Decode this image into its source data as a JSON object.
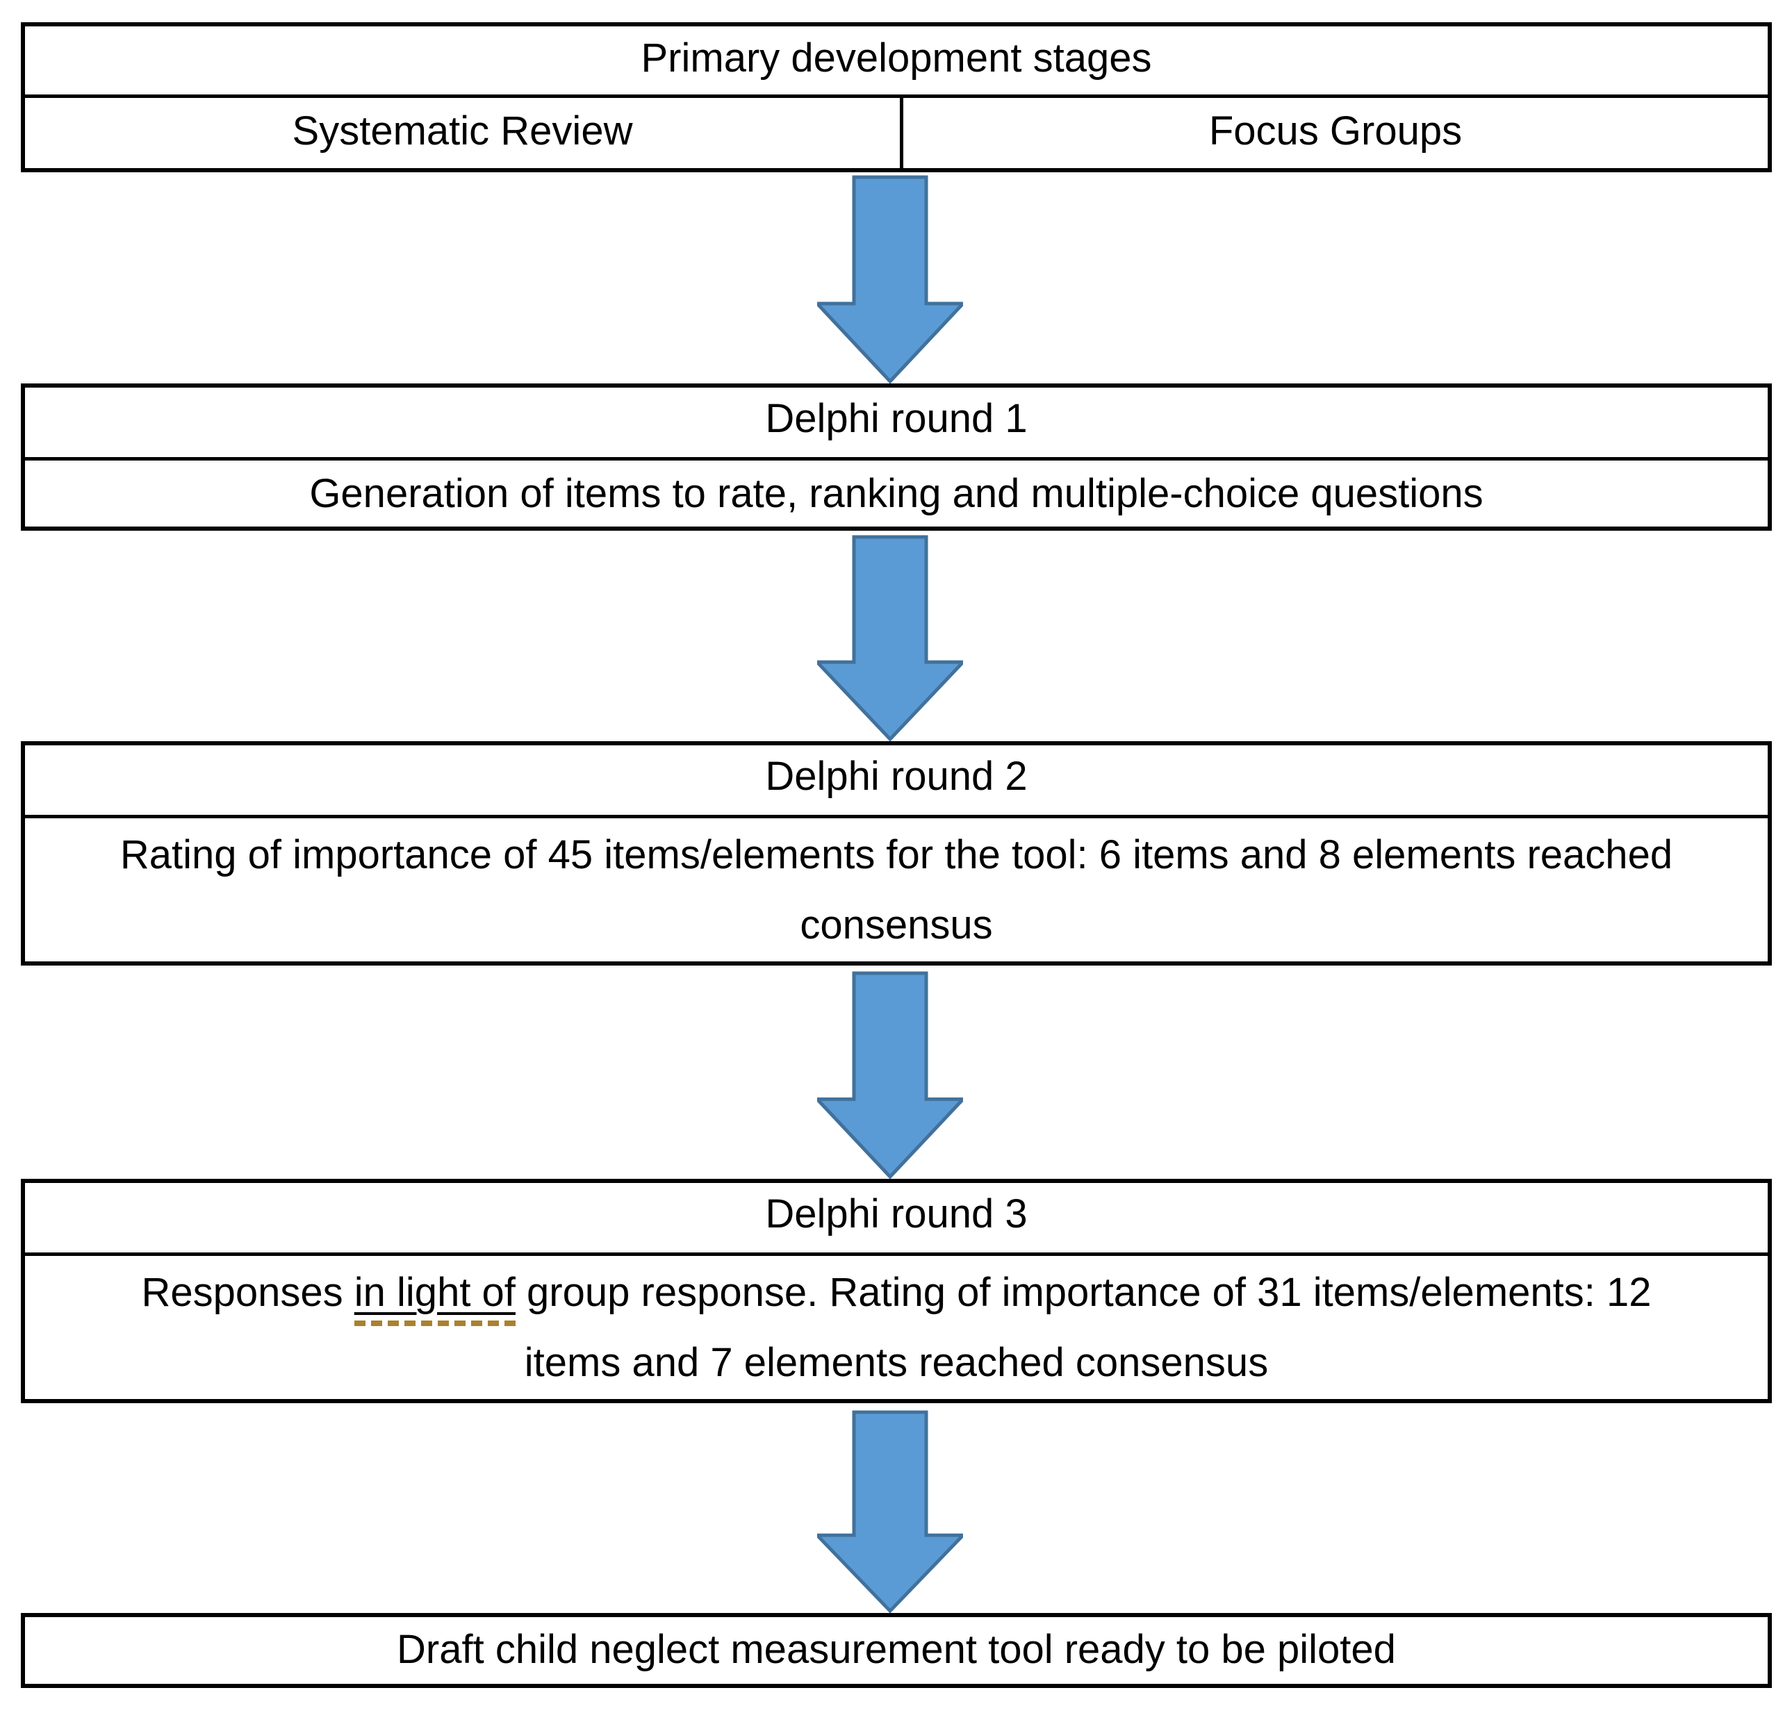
{
  "table": {
    "title": "Primary development stages",
    "columns": {
      "left": "Systematic Review",
      "right": "Focus Groups"
    }
  },
  "stages": [
    {
      "title": "Delphi round 1",
      "body": "Generation of items to rate, ranking and multiple-choice questions"
    },
    {
      "title": "Delphi round 2",
      "body": "Rating of importance of 45 items/elements for the tool: 6 items and 8 elements reached\nconsensus"
    },
    {
      "title": "Delphi round 3",
      "body_prefix": "Responses ",
      "body_underlined": "in light of",
      "body_suffix": " group response. Rating of importance of 31 items/elements: 12\nitems and 7 elements reached consensus"
    }
  ],
  "final": {
    "text": "Draft child neglect measurement tool ready to be piloted"
  },
  "colors": {
    "arrow_fill": "#5b9bd5",
    "arrow_border": "#41719c",
    "box_border": "#000000",
    "grammar_underline_dash": "#a9812f",
    "text": "#000000",
    "background": "#ffffff"
  }
}
